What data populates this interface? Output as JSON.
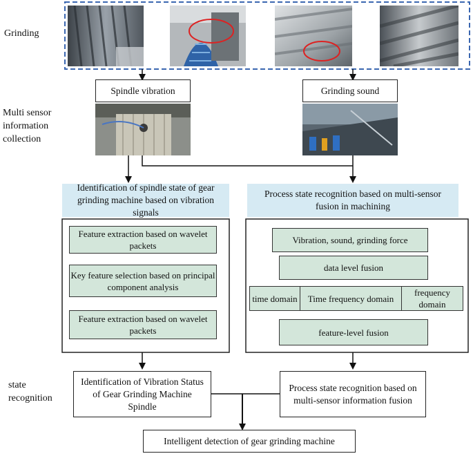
{
  "labels": {
    "grinding": "Grinding",
    "multi_sensor": "Multi sensor information collection",
    "state_recognition": "state recognition"
  },
  "sensors": {
    "spindle_vibration": "Spindle vibration",
    "grinding_sound": "Grinding sound"
  },
  "left_branch": {
    "header": "Identification of spindle state of gear grinding machine based on vibration signals",
    "steps": [
      "Feature extraction based on wavelet packets",
      "Key feature selection based on principal component analysis",
      "Feature extraction based on wavelet packets"
    ],
    "result": "Identification of Vibration Status of Gear Grinding Machine Spindle"
  },
  "right_branch": {
    "header": "Process state recognition based on multi-sensor fusion in machining",
    "signals": "Vibration, sound, grinding force",
    "data_fusion": "data level fusion",
    "domains": [
      "time domain",
      "Time frequency domain",
      "frequency domain"
    ],
    "feature_fusion": "feature-level fusion",
    "result": "Process state recognition based on multi-sensor information fusion"
  },
  "final": "Intelligent detection of gear grinding machine",
  "colors": {
    "dashed_border": "#3a66b0",
    "feature_box": "#d3e6da",
    "header_band": "#d6eaf3"
  }
}
